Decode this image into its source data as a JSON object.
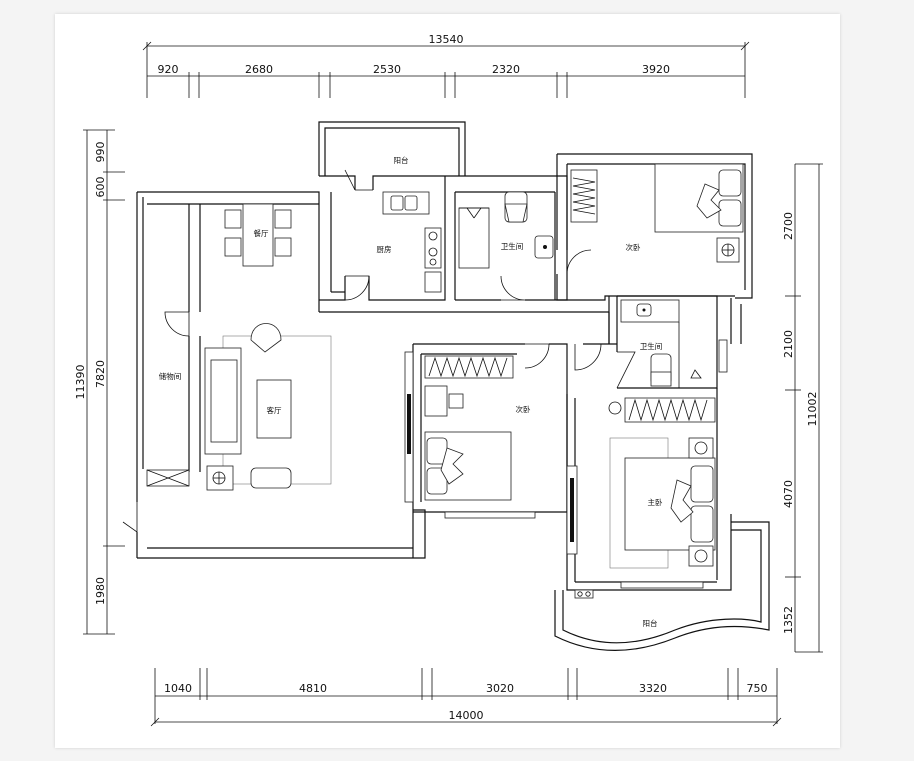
{
  "plan": {
    "dims_top": {
      "overall": "13540",
      "segments": [
        "920",
        "2680",
        "2530",
        "2320",
        "3920"
      ]
    },
    "dims_bottom": {
      "overall": "14000",
      "segments": [
        "1040",
        "4810",
        "3020",
        "3320",
        "750"
      ]
    },
    "dims_left": {
      "overall": "11390",
      "segments": [
        "990",
        "600",
        "7820",
        "1980"
      ]
    },
    "dims_right": {
      "overall": "11002",
      "segments": [
        "2700",
        "2100",
        "4070",
        "1352"
      ]
    },
    "rooms": {
      "balcony_top": "阳台",
      "kitchen": "厨房",
      "bathroom_top": "卫生间",
      "bedroom_top_right": "次卧",
      "dining": "餐厅",
      "storage": "储物间",
      "living": "客厅",
      "bedroom_mid": "次卧",
      "bathroom_mid": "卫生间",
      "master": "主卧",
      "balcony_bottom": "阳台"
    }
  }
}
